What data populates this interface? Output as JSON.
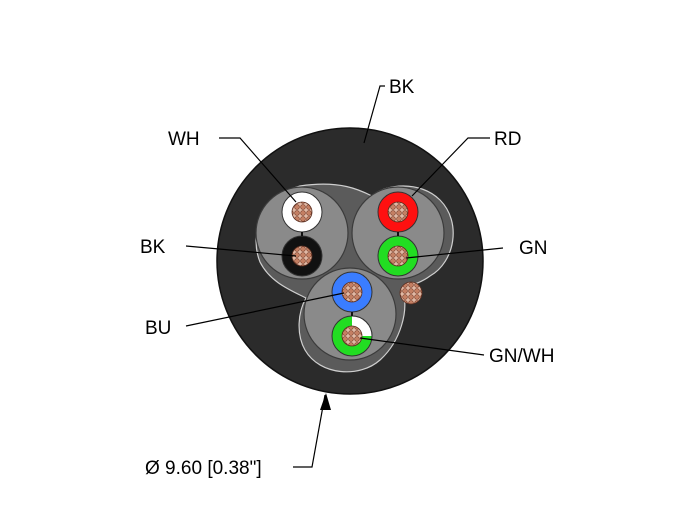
{
  "labels": {
    "jacket": "BK",
    "white_core": "WH",
    "red_core": "RD",
    "black_core": "BK",
    "green_core": "GN",
    "blue_core": "BU",
    "green_white_core": "GN/WH",
    "diameter": "Ø 9.60 [0.38\"]"
  },
  "colors": {
    "jacket": "#2b2b2b",
    "pair_fill": "#8a8a8a",
    "white": "#ffffff",
    "red": "#ff0000",
    "black": "#111111",
    "green": "#22dd22",
    "blue": "#3a7dff",
    "copper": "#c98a6a"
  }
}
